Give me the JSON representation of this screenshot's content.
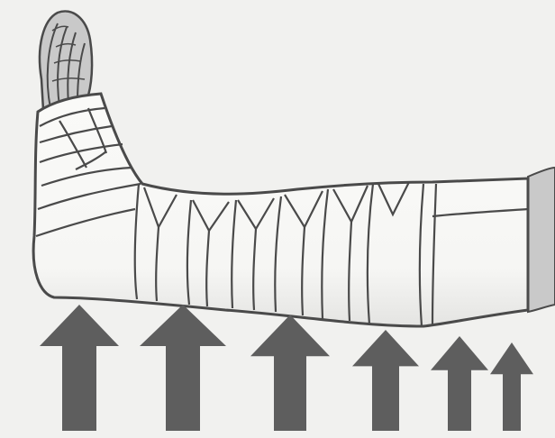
{
  "figure": {
    "subject": "compression-bandaged-leg-and-foot",
    "colors": {
      "background": "#f1f1ef",
      "bandage_fill": "#fafaf8",
      "bandage_shade": "#e4e4e2",
      "outline": "#4a4a4a",
      "skin": "#c9c9c9",
      "arrow": "#5e5e5e"
    }
  },
  "arrows": [
    {
      "name": "pressure-arrow-1",
      "relative_pressure": 1.0
    },
    {
      "name": "pressure-arrow-2",
      "relative_pressure": 1.0
    },
    {
      "name": "pressure-arrow-3",
      "relative_pressure": 0.92
    },
    {
      "name": "pressure-arrow-4",
      "relative_pressure": 0.8
    },
    {
      "name": "pressure-arrow-5",
      "relative_pressure": 0.75
    },
    {
      "name": "pressure-arrow-6",
      "relative_pressure": 0.7
    }
  ]
}
